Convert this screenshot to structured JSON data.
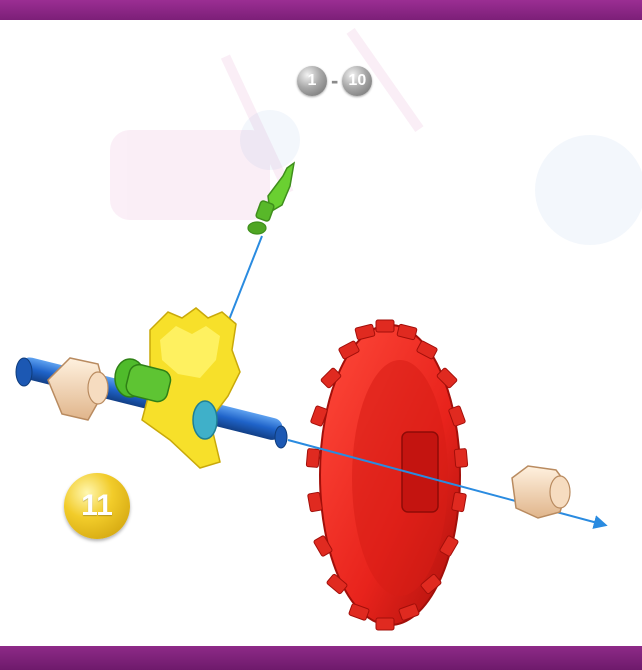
{
  "step_range": {
    "from": "1",
    "separator": "-",
    "to": "10"
  },
  "current_step": "11",
  "colors": {
    "band": "#8a2784",
    "axle": "#1f63c9",
    "spacer": "#f2d2b0",
    "gear_large": "#e8231c",
    "gear_small": "#f2e21a",
    "connector": "#63c12a",
    "arrow": "#2a8be0",
    "step_badge": "#e9c21c"
  },
  "icons": [
    "axle-icon",
    "spacer-icon",
    "gear-icon",
    "connector-icon",
    "arrow-icon"
  ]
}
